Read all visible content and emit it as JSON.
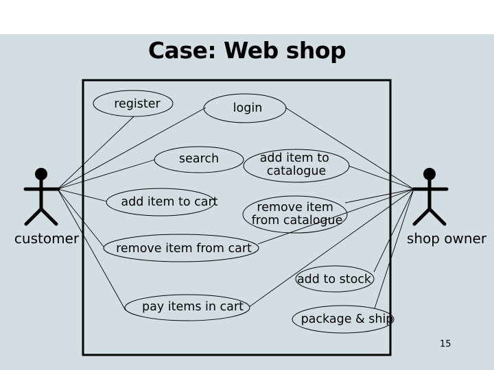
{
  "title": "Case: Web shop",
  "actors": {
    "customer": "customer",
    "shop_owner": "shop owner"
  },
  "use_cases": {
    "register": [
      "register"
    ],
    "login": [
      "login"
    ],
    "search": [
      "search"
    ],
    "add_catalogue": [
      "add item to",
      "catalogue"
    ],
    "add_cart": [
      "add item to cart"
    ],
    "remove_catalogue": [
      "remove item",
      "from catalogue"
    ],
    "remove_cart": [
      "remove item from cart"
    ],
    "add_stock": [
      "add to stock"
    ],
    "pay": [
      "pay items in cart"
    ],
    "package": [
      "package & ship"
    ]
  },
  "associations": {
    "customer": [
      "register",
      "login",
      "search",
      "add_cart",
      "remove_cart",
      "pay"
    ],
    "shop_owner": [
      "login",
      "add_catalogue",
      "remove_catalogue",
      "remove_cart",
      "add_stock",
      "pay",
      "package"
    ]
  },
  "page_number": "15"
}
